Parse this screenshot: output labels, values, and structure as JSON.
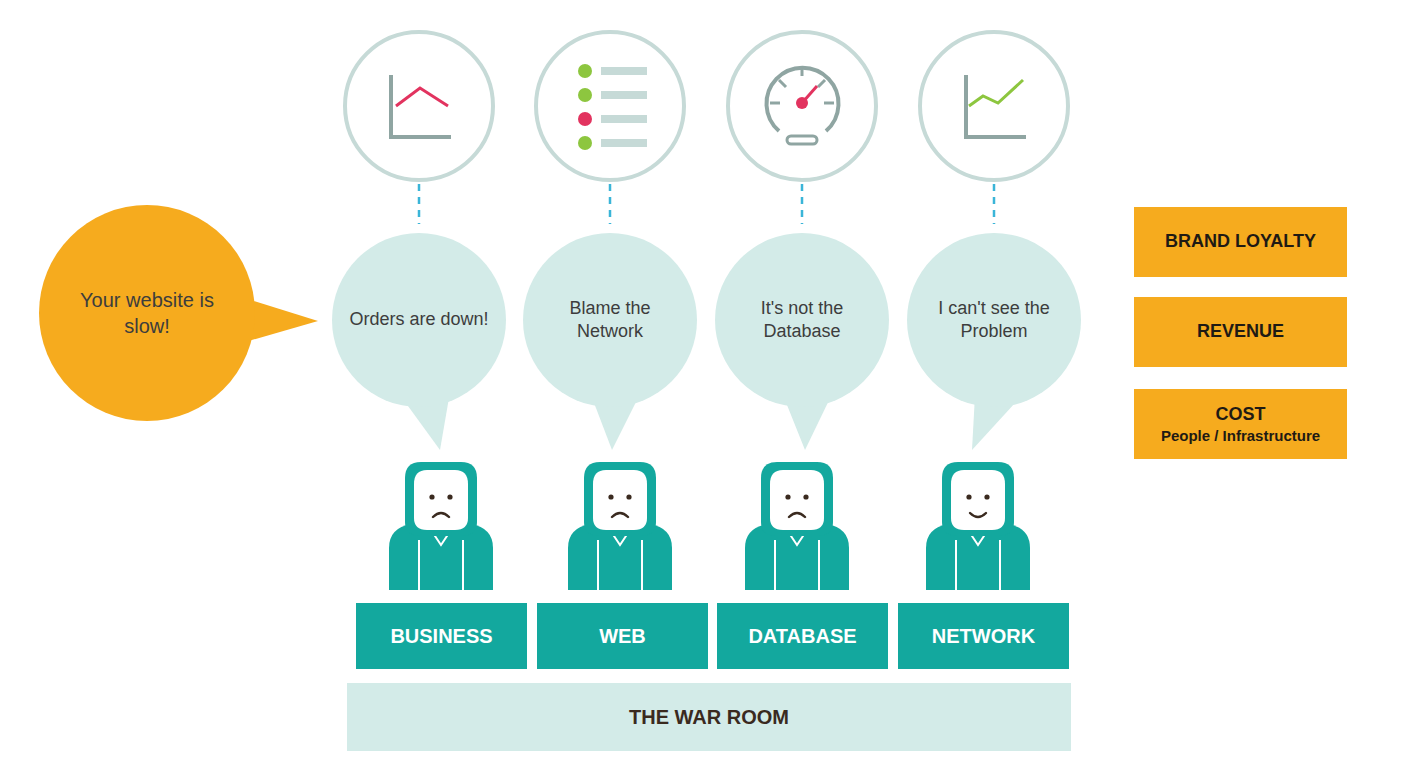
{
  "diagram": {
    "nodes": [
      {
        "text": [
          "Your website is slow!"
        ]
      },
      {
        "text": [
          "Orders are down!"
        ]
      },
      {
        "text": [
          "Blame the Network"
        ]
      },
      {
        "text": [
          "It's not the Database"
        ]
      },
      {
        "text": [
          "I can't see the Problem"
        ]
      },
      {
        "text": [
          "BUSINESS"
        ]
      },
      {
        "text": [
          "WEB"
        ]
      },
      {
        "text": [
          "DATABASE"
        ]
      },
      {
        "text": [
          "NETWORK"
        ]
      },
      {
        "text": [
          "THE WAR ROOM"
        ]
      },
      {
        "text": [
          "BRAND LOYALTY"
        ]
      },
      {
        "text": [
          "REVENUE"
        ]
      },
      {
        "text": [
          "COST",
          "People / Infrastructure"
        ]
      }
    ]
  }
}
